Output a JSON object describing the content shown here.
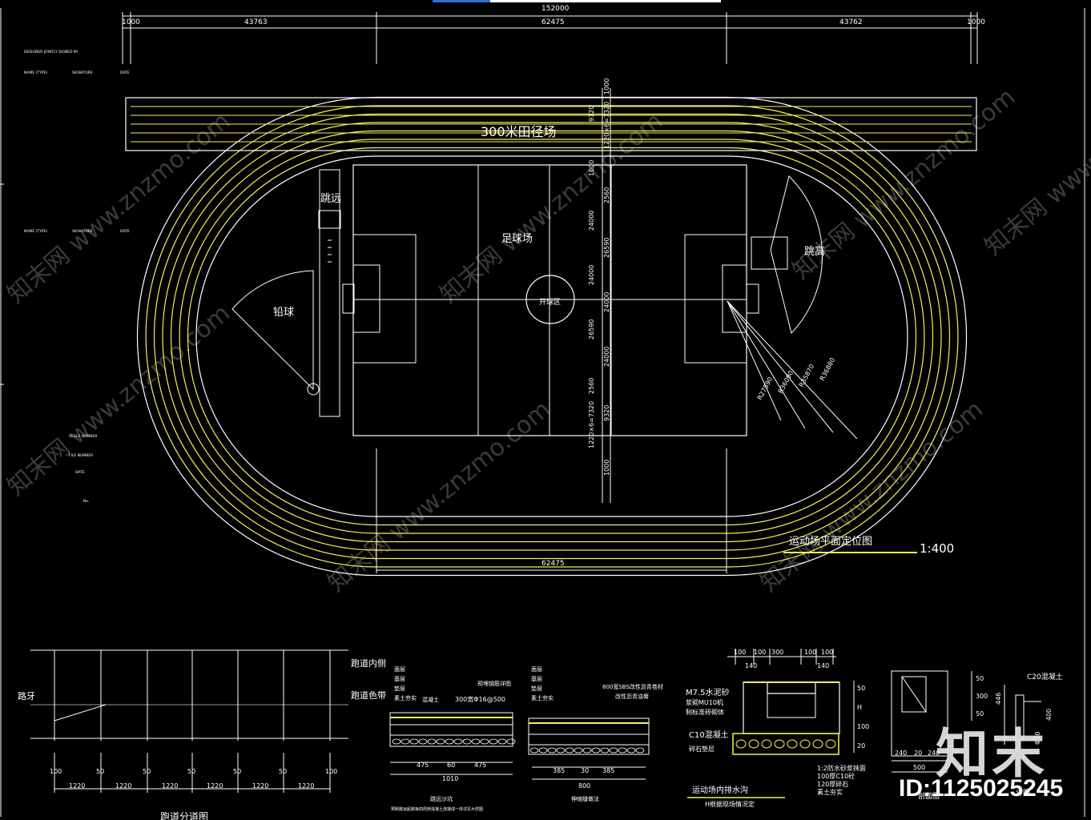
{
  "colors": {
    "background": "#000000",
    "line_white": "#ffffff",
    "line_yellow": "#f2f25a",
    "line_gray": "#9a9a9a",
    "watermark": "#6a6a6a"
  },
  "overall_dims": {
    "total": "152000",
    "left_end": "1000",
    "left_span": "43763",
    "middle_span": "62475",
    "right_span": "43762",
    "right_end": "1000",
    "bottom_span": "62475"
  },
  "vertical_dims": [
    "1000",
    "9320",
    "1220×6=7320",
    "1000",
    "2560",
    "24000",
    "26590",
    "24000",
    "24000",
    "26590",
    "24000",
    "2560",
    "9320",
    "1220×6=7320",
    "1000"
  ],
  "radius_dims": [
    "R27590",
    "R36090",
    "R35870",
    "R36880"
  ],
  "labels": {
    "straight_track": "300米田径场",
    "long_jump": "跳远",
    "football": "足球场",
    "center_circle": "开球区",
    "high_jump": "跳高",
    "shot_put": "铅球",
    "plan_title": "运动场平面定位图",
    "plan_scale": "1:400"
  },
  "title_block_left": [
    "DESIGNER JOINTLY SIGNED BY",
    "NAME (TYPE)",
    "SIGNATURE",
    "DATE",
    "NAME (TYPE)",
    "SIGNATURE",
    "DATE",
    "SCALE NUMBER",
    "FILE NUMBER",
    "DATE",
    "No."
  ],
  "lane_detail": {
    "label_inner": "跑道内侧",
    "label_band": "跑道色带",
    "label_curb": "路牙",
    "dims_top": [
      "100",
      "50",
      "50",
      "50",
      "50",
      "50",
      "100"
    ],
    "dims_bottom": [
      "1220",
      "1220",
      "1220",
      "1220",
      "1220",
      "1220"
    ],
    "caption": "跑道分道图"
  },
  "section1": {
    "layers": [
      "面层",
      "基层",
      "垫层",
      "素土夯实"
    ],
    "top_note": "300宽Φ16@500",
    "note2": "预埋钢筋详图",
    "note3": "混凝土",
    "dims": [
      "475",
      "60",
      "475"
    ],
    "total": "1010",
    "caption_line1": "跳远沙坑",
    "caption_line2": "预制跳远起跳板四周用混凝土连接成一体详见大样图"
  },
  "section2": {
    "layers": [
      "面层",
      "基层",
      "垫层",
      "素土夯实"
    ],
    "top_note": "800宽SBS改性沥青卷材",
    "note2": "改性沥青油膏",
    "dims": [
      "385",
      "30",
      "385"
    ],
    "total": "800",
    "caption": "伸缩缝做法"
  },
  "section3": {
    "dims_top": [
      "100",
      "100",
      "300",
      "100",
      "100"
    ],
    "dims_sub": [
      "140",
      "140"
    ],
    "notes": [
      "M7.5水泥砂",
      "浆砌MU10机",
      "制标准砖砌体"
    ],
    "concrete": "C10混凝土",
    "gravel": "碎石垫层",
    "layers_right": [
      "1:2防水砂浆抹面",
      "100厚C10砼",
      "120厚碎石",
      "素土夯实"
    ],
    "dims_right": [
      "50",
      "H",
      "100",
      "20"
    ],
    "caption": "运动场内排水沟",
    "caption_sub": "H根据现场情况定"
  },
  "section4": {
    "dims_bottom": [
      "240",
      "20",
      "240"
    ],
    "total": "500",
    "dims_side": [
      "50",
      "300",
      "50"
    ],
    "caption": "剖面图"
  },
  "section5": {
    "label": "C20混凝土",
    "dims": [
      "446",
      "400",
      "Φ10"
    ],
    "caption": "详图"
  },
  "watermark": {
    "site": "www.znzmo.com",
    "brand": "知末网",
    "logo": "知末",
    "id": "ID:1125025245"
  }
}
